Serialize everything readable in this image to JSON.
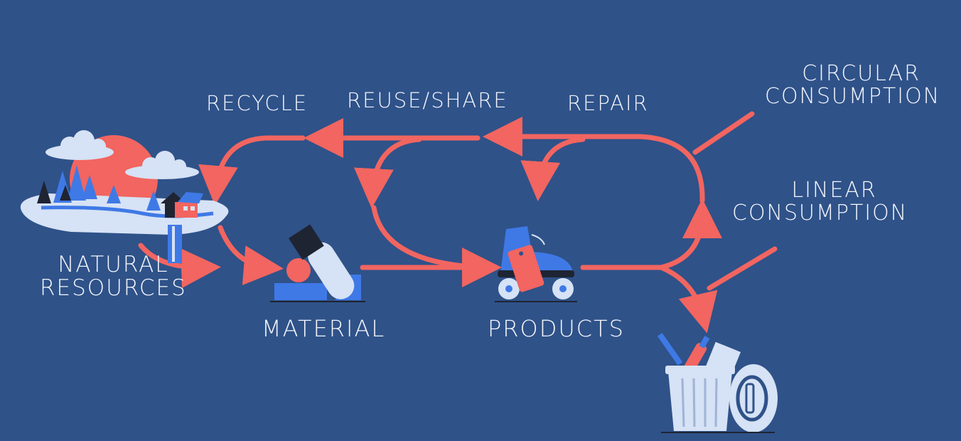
{
  "colors": {
    "background": "#2f5289",
    "arrow": "#f26560",
    "label": "#f4f6fb",
    "icon_blue": "#3f79e6",
    "icon_light": "#d6e2f5",
    "icon_dark": "#1f2433"
  },
  "labels": {
    "recycle": "RECYCLE",
    "reuse_share": "REUSE/SHARE",
    "repair": "REPAIR",
    "circular_line1": "CIRCULAR",
    "circular_line2": "CONSUMPTION",
    "linear_line1": "LINEAR",
    "linear_line2": "CONSUMPTION",
    "natural_line1": "NATURAL",
    "natural_line2": "RESOURCES",
    "material": "MATERIAL",
    "products": "PRODUCTS"
  },
  "icons": {
    "natural_resources": "landscape-icon",
    "material": "material-blocks-icon",
    "products": "roller-skate-icon",
    "waste": "trash-can-icon"
  }
}
